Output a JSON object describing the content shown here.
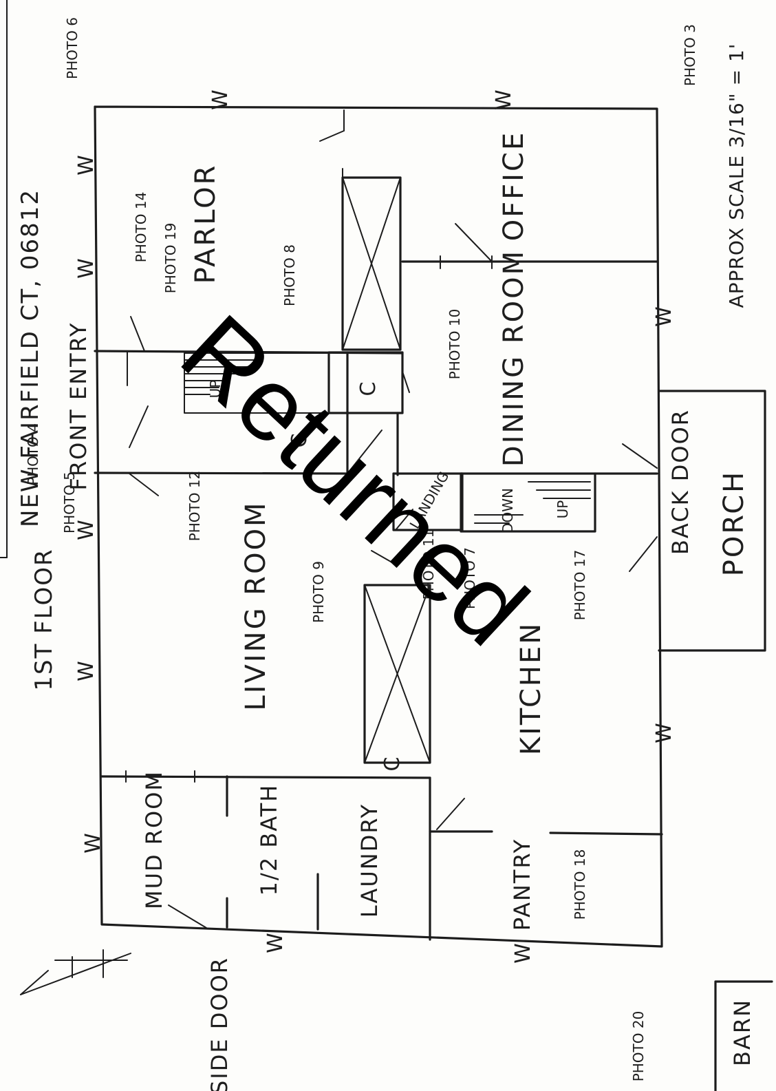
{
  "header": {
    "address": "NEW FAIRFIELD CT, 06812",
    "floor_label": "1ST FLOOR",
    "scale_note": "APPROX SCALE 3/16\" = 1'"
  },
  "stamp": "Returned",
  "rooms": {
    "parlor": "PARLOR",
    "office": "OFFICE",
    "dining": "DINING ROOM",
    "living": "LIVING ROOM",
    "kitchen": "KITCHEN",
    "mudroom": "MUD ROOM",
    "halfbath": "1/2 BATH",
    "laundry": "LAUNDRY",
    "pantry": "PANTRY",
    "front_entry": "FRONT ENTRY",
    "landing": "LANDING",
    "back_door": "BACK DOOR",
    "side_door": "SIDE DOOR",
    "porch": "PORCH",
    "barn": "BARN"
  },
  "stairs": {
    "up_front": "UP",
    "down_back": "DOWN",
    "up_back": "UP"
  },
  "marks": {
    "closet": "C",
    "window": "W"
  },
  "photos": {
    "p3": "PHOTO 3",
    "p4": "PHOTO 4",
    "p5": "PHOTO 5",
    "p6": "PHOTO 6",
    "p7": "PHOTO 7",
    "p8": "PHOTO 8",
    "p9": "PHOTO 9",
    "p10": "PHOTO 10",
    "p11": "PHOTO 11",
    "p12": "PHOTO 12",
    "p14": "PHOTO 14",
    "p17": "PHOTO 17",
    "p18": "PHOTO 18",
    "p19": "PHOTO 19",
    "p20": "PHOTO 20"
  }
}
